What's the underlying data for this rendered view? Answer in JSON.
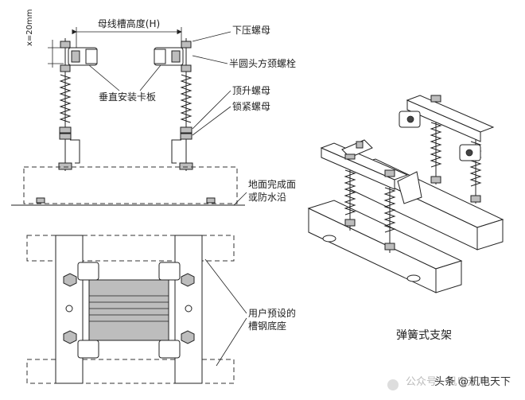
{
  "labels": {
    "dim_x": "x=20mm",
    "busbar_height": "母线槽高度(H)",
    "press_nut": "下压螺母",
    "bolt": "半圆头方颈螺栓",
    "vertical_plate": "垂直安装卡板",
    "lift_nut": "顶升螺母",
    "lock_nut": "锁紧螺母",
    "floor_line1": "地面完成面",
    "floor_line2": "或防水沿",
    "user_base_line1": "用户预设的",
    "user_base_line2": "槽钢底座",
    "spring_support": "弹簧式支架"
  },
  "watermark": {
    "left": "头条",
    "at": "@",
    "name": "机电天下",
    "faint": "公众号 · 机电天下"
  }
}
